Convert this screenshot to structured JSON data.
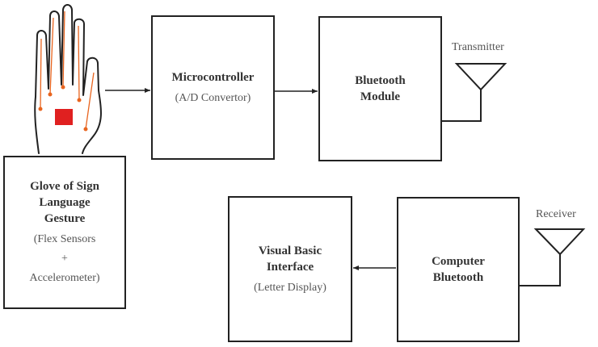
{
  "blocks": {
    "glove": {
      "title": "Glove of Sign Language Gesture",
      "title_lines": [
        "Glove of Sign",
        "Language",
        "Gesture"
      ],
      "sub_lines": [
        "(Flex Sensors",
        "+",
        "Accelerometer)"
      ]
    },
    "microcontroller": {
      "title_lines": [
        "Microcontroller"
      ],
      "sub_lines": [
        "(A/D Convertor)"
      ]
    },
    "bluetooth_module": {
      "title_lines": [
        "Bluetooth",
        "Module"
      ]
    },
    "computer_bluetooth": {
      "title_lines": [
        "Computer",
        "Bluetooth"
      ]
    },
    "vb_interface": {
      "title_lines": [
        "Visual Basic",
        "Interface"
      ],
      "sub_lines": [
        "(Letter Display)"
      ]
    }
  },
  "antennas": {
    "transmitter": "Transmitter",
    "receiver": "Receiver"
  },
  "colors": {
    "line": "#222222",
    "sensor": "#e8641e",
    "accelerometer": "#e02020"
  }
}
